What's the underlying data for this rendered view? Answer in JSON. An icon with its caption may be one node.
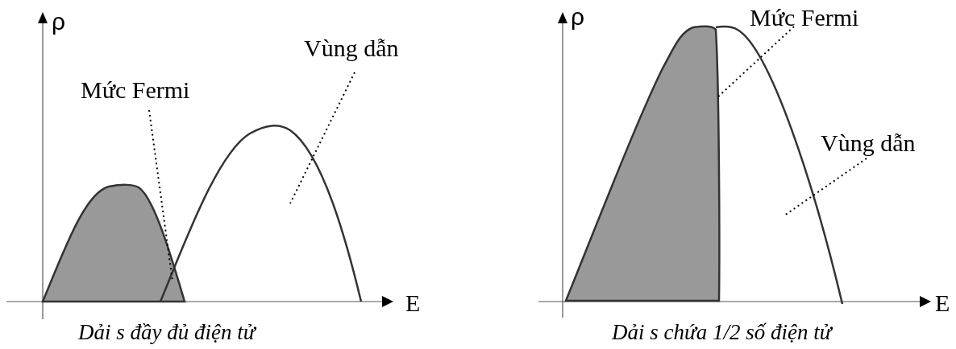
{
  "diagram": {
    "nodes": [
      {
        "text": [
          "Mức Fermi"
        ]
      },
      {
        "text": [
          "Vùng dẫn"
        ]
      },
      {
        "text": [],
        "shape": "hill"
      },
      {
        "text": [],
        "shape": "hill"
      },
      {
        "text": [
          "Mức Fermi"
        ]
      },
      {
        "text": [
          "Vùng dẫn"
        ]
      },
      {
        "text": [],
        "shape": "hill"
      },
      {
        "text": [],
        "shape": "hill"
      }
    ],
    "edges": [
      {
        "from": 0,
        "to": 2,
        "arrow": "none",
        "style": "dashed"
      },
      {
        "from": 1,
        "to": 3,
        "arrow": "none",
        "style": "dashed"
      },
      {
        "from": 4,
        "to": 6,
        "arrow": "none",
        "style": "dashed"
      },
      {
        "from": 5,
        "to": 7,
        "arrow": "none",
        "style": "dashed"
      }
    ],
    "labels": [
      "ρ",
      "E",
      "Dải s đầy đủ điện tử",
      "ρ",
      "E",
      "Dải s chứa 1/2 số điện tử"
    ]
  }
}
